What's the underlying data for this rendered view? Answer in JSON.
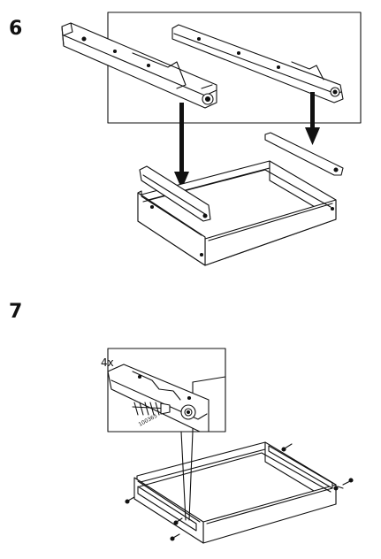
{
  "steps": [
    {
      "number": "6"
    },
    {
      "number": "7",
      "quantity_label": "4x",
      "part_number": "100365"
    }
  ],
  "colors": {
    "line": "#111111",
    "shade": "#e6e6e6",
    "background": "#ffffff"
  },
  "icons": [
    "down-arrow-icon",
    "screw-icon"
  ]
}
